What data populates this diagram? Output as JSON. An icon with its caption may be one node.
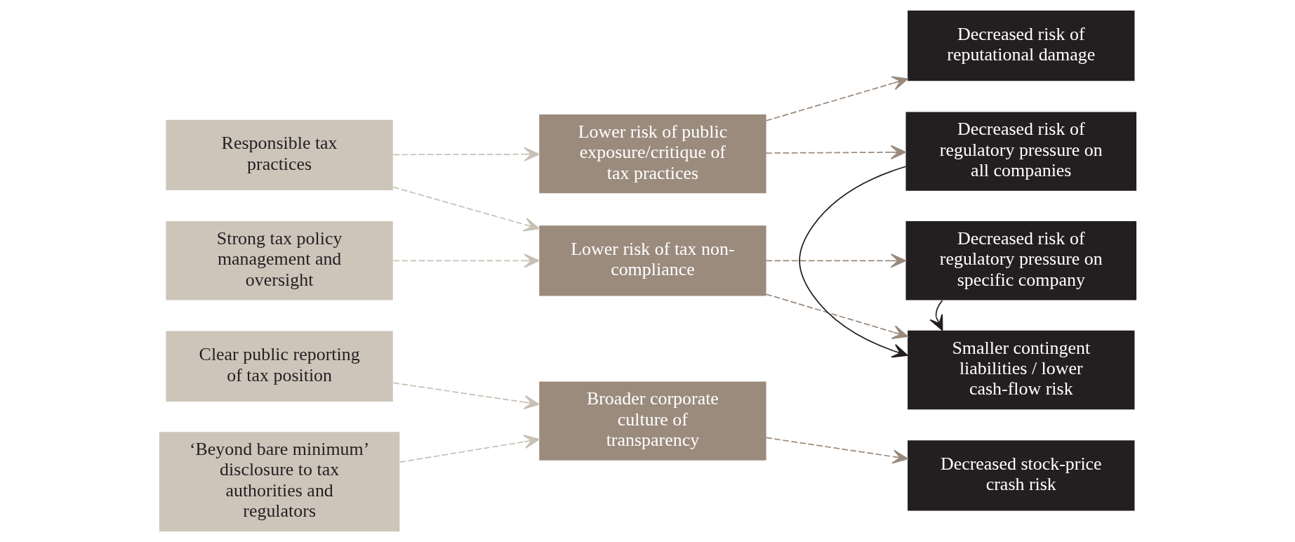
{
  "diagram": {
    "nodes": [
      {
        "text": [
          "Responsible tax practices"
        ]
      },
      {
        "text": [
          "Strong tax policy management and oversight"
        ]
      },
      {
        "text": [
          "Clear public reporting of tax position"
        ]
      },
      {
        "text": [
          "‘Beyond bare minimum’ disclosure to tax authorities and regulators"
        ]
      },
      {
        "text": [
          "Lower risk of public exposure/critique of tax practices"
        ]
      },
      {
        "text": [
          "Lower risk of tax non-compliance"
        ]
      },
      {
        "text": [
          "Broader corporate culture of transparency"
        ]
      },
      {
        "text": [
          "Decreased risk of reputational damage"
        ]
      },
      {
        "text": [
          "Decreased risk of regulatory pressure on all companies"
        ]
      },
      {
        "text": [
          "Smaller contingent liabilities / lower cash-flow risk"
        ]
      },
      {
        "text": [
          "Decreased risk of regulatory pressure on specific company"
        ]
      },
      {
        "text": [
          "Decreased stock-price crash risk"
        ]
      }
    ],
    "edges": [
      {
        "from": 0,
        "to": 4,
        "arrow": "to",
        "style": "dashed",
        "color": "#c8c0b5"
      },
      {
        "from": 0,
        "to": 5,
        "arrow": "to",
        "style": "dashed",
        "color": "#c8c0b5"
      },
      {
        "from": 1,
        "to": 5,
        "arrow": "to",
        "style": "dashed",
        "color": "#c8c0b5"
      },
      {
        "from": 2,
        "to": 6,
        "arrow": "to",
        "style": "dashed",
        "color": "#c8c0b5"
      },
      {
        "from": 3,
        "to": 6,
        "arrow": "to",
        "style": "dashed",
        "color": "#c8c0b5"
      },
      {
        "from": 4,
        "to": 7,
        "arrow": "to",
        "style": "dashed",
        "color": "#9a8a7c"
      },
      {
        "from": 4,
        "to": 8,
        "arrow": "to",
        "style": "dashed",
        "color": "#9a8a7c"
      },
      {
        "from": 5,
        "to": 9,
        "arrow": "to",
        "style": "dashed",
        "color": "#9a8a7c"
      },
      {
        "from": 5,
        "to": 10,
        "arrow": "to",
        "style": "dashed",
        "color": "#9a8a7c"
      },
      {
        "from": 6,
        "to": 11,
        "arrow": "to",
        "style": "dashed",
        "color": "#9a8a7c"
      },
      {
        "from": 8,
        "to": 9,
        "arrow": "to",
        "color": "#231f20"
      },
      {
        "from": 10,
        "to": 9,
        "arrow": "to",
        "color": "#231f20"
      }
    ]
  }
}
